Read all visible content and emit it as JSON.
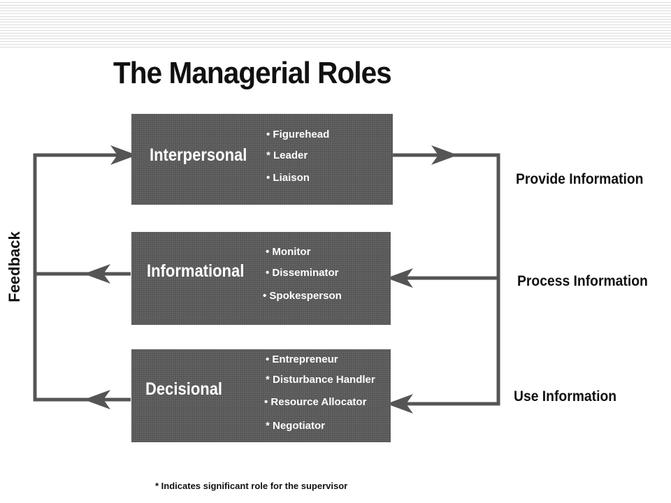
{
  "title": "The Managerial Roles",
  "roles": [
    {
      "name": "Interpersonal",
      "items": [
        "• Figurehead",
        "* Leader",
        "• Liaison"
      ]
    },
    {
      "name": "Informational",
      "items": [
        "• Monitor",
        "• Disseminator",
        "• Spokesperson"
      ]
    },
    {
      "name": "Decisional",
      "items": [
        "• Entrepreneur",
        "* Disturbance Handler",
        "• Resource Allocator",
        "* Negotiator"
      ]
    }
  ],
  "flow_labels": {
    "provide": "Provide Information",
    "process": "Process Information",
    "use": "Use Information"
  },
  "feedback_label": "Feedback",
  "footnote": "* Indicates significant role for the supervisor",
  "colors": {
    "box": "#555555",
    "line": "#555555",
    "text": "#111111",
    "box_text": "#ffffff"
  }
}
